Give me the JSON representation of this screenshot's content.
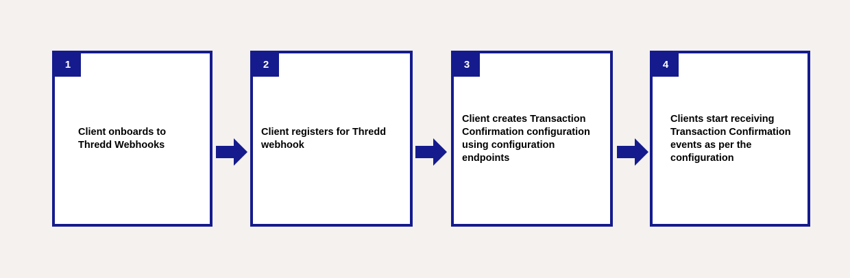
{
  "diagram": {
    "type": "horizontal-process-flow",
    "background_color": "#f4f1ee",
    "accent_color": "#151b8d",
    "text_color": "#000000",
    "box_fill": "#ffffff",
    "steps": [
      {
        "number": "1",
        "text": "Client onboards to\nThredd Webhooks"
      },
      {
        "number": "2",
        "text": "Client registers for Thredd\nwebhook"
      },
      {
        "number": "3",
        "text": "Client creates Transaction\nConfirmation configuration\nusing configuration\nendpoints"
      },
      {
        "number": "4",
        "text": "Clients start receiving\nTransaction Confirmation\nevents as per the\nconfiguration"
      }
    ],
    "connectors": [
      {
        "name": "arrow-step1-to-step2",
        "direction": "right"
      },
      {
        "name": "arrow-step2-to-step3",
        "direction": "right"
      },
      {
        "name": "arrow-step3-to-step4",
        "direction": "right"
      }
    ]
  }
}
